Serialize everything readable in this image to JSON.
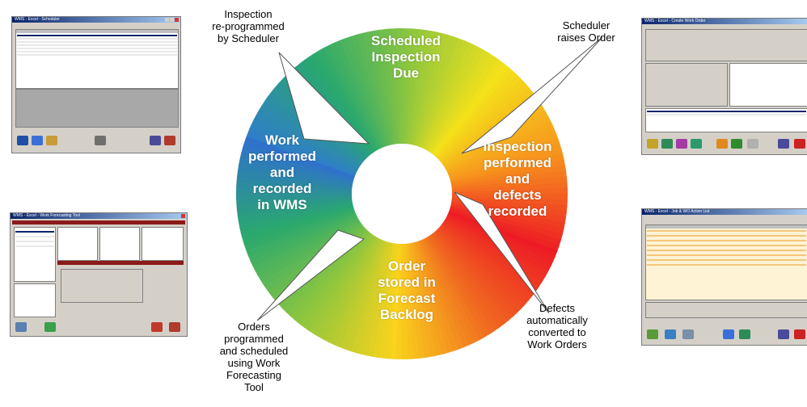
{
  "stages": {
    "scheduled": [
      "Scheduled",
      "Inspection",
      "Due"
    ],
    "inspection": [
      "Inspection",
      "performed",
      "and",
      "defects",
      "recorded"
    ],
    "backlog": [
      "Order",
      "stored in",
      "Forecast",
      "Backlog"
    ],
    "work": [
      "Work",
      "performed",
      "and",
      "recorded",
      "in WMS"
    ]
  },
  "notes": {
    "reprogrammed": [
      "Inspection",
      "re-programmed",
      "by Scheduler"
    ],
    "raises": [
      "Scheduler",
      "raises Order"
    ],
    "defects": [
      "Defects",
      "automatically",
      "converted to",
      "Work Orders"
    ],
    "orders": [
      "Orders",
      "programmed",
      "and scheduled",
      "using Work",
      "Forecasting",
      "Tool"
    ]
  },
  "colors": {
    "gradient": [
      "#2f7fc6",
      "#2aa86e",
      "#8cc63f",
      "#f4e11a",
      "#f7941d",
      "#ed1c24",
      "#f06a20",
      "#f9d31c",
      "#8cc63f",
      "#2aa86e",
      "#2f6fd0"
    ],
    "arrow_fill": "#ffffff",
    "text_on_ring": "#ffffff"
  },
  "screenshots": {
    "top_left": {
      "title": "WMS - Excel - Scheduler"
    },
    "bottom_left": {
      "title": "WMS - Excel - Work Forecasting Tool"
    },
    "top_right": {
      "title": "WMS - Excel - Create Work Order"
    },
    "bottom_right": {
      "title": "WMS - Excel - Job & WO Action List"
    }
  }
}
